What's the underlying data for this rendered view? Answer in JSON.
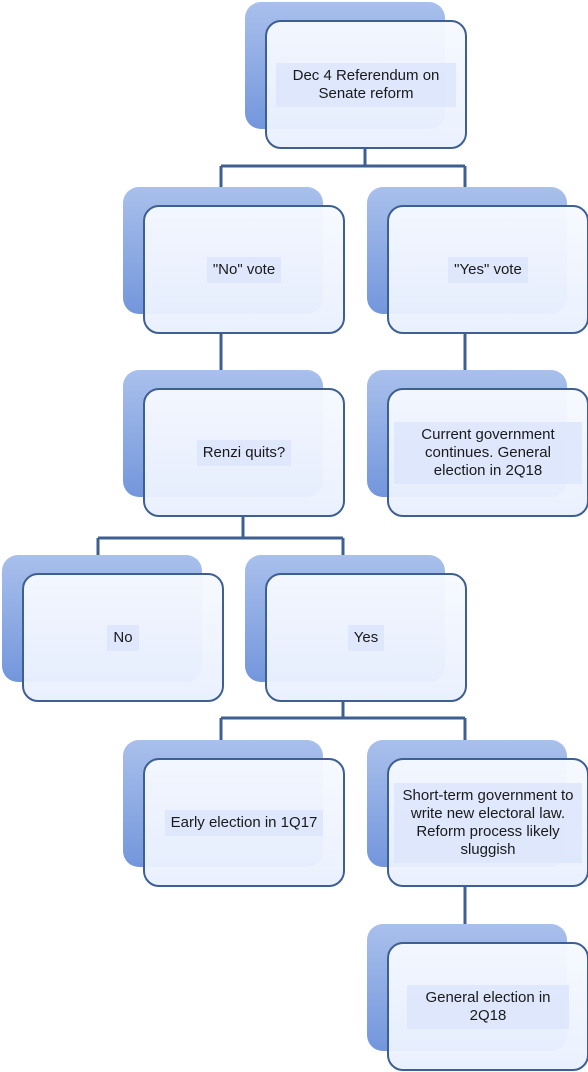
{
  "diagram": {
    "nodes": {
      "referendum": "Dec 4 Referendum  on Senate reform",
      "no_vote": "\"No\" vote",
      "yes_vote": "\"Yes\" vote",
      "renzi_quits": "Renzi quits?",
      "current_government": "Current government continues. General election in 2Q18",
      "no": "No",
      "yes": "Yes",
      "early_election": "Early election in 1Q17",
      "short_term_government": "Short-term government to write new electoral law. Reform process likely sluggish",
      "general_election": "General election in 2Q18"
    },
    "colors": {
      "connector": "#3e5f91",
      "box_border": "#3e5f91",
      "shadow_top": "#a9c0ec",
      "shadow_bottom": "#7396dc"
    }
  }
}
